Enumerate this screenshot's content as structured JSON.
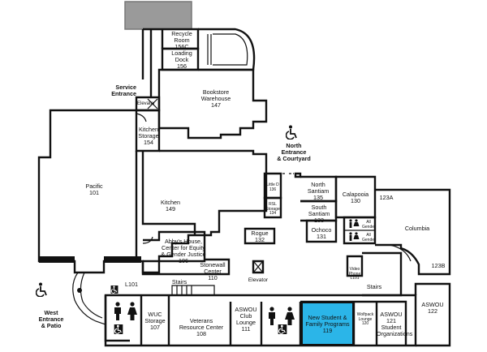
{
  "rooms": {
    "recycle": "Recycle\nRoom\n156C",
    "loading": "Loading\nDock\n156",
    "bookstore": "Bookstore\nWarehouse\n147",
    "kitchen_storage": "Kitchen\nStorage\n154",
    "pacific": "Pacific\n101",
    "kitchen": "Kitchen\n149",
    "abbys": "Abby's House,\nCenter for Equity\n& Gender Justice\n106",
    "stonewall": "Stonewall\nCenter\n110",
    "rogue": "Rogue\n132",
    "little_d": "Little D\n136",
    "rsl_storage": "RSL\nStorage\n134",
    "north_santiam": "North Santiam\n135",
    "south_santiam": "South Santiam\n133",
    "calapooia": "Calapooia\n130",
    "ochoco": "Ochoco\n131",
    "r123a": "123A",
    "columbia": "Columbia",
    "r123b": "123B",
    "all_gender_1": "All\nGender",
    "all_gender_2": "All\nGender",
    "video_phone": "Video\nPhone\nL101",
    "wuc_storage": "WUC\nStorage\n107",
    "veterans": "Veterans\nResource Center\n108",
    "aswou_lounge": "ASWOU\nClub\nLounge\n111",
    "new_student": "New Student &\nFamily Programs\n119",
    "wolfpack": "Wolfpack\nLounge\n120",
    "aswou_121": "ASWOU\n121\nStudent\nOrganizations",
    "aswou_122": "ASWOU\n122",
    "l101": "L101"
  },
  "labels": {
    "service_entrance": "Service\nEntrance",
    "elevator_top": "Elevator",
    "elevator_mid": "Elevator",
    "north_entrance": "North\nEntrance\n& Courtyard",
    "west_entrance": "West\nEntrance\n& Patio",
    "stairs_left": "Stairs",
    "stairs_right": "Stairs"
  },
  "colors": {
    "highlight": "#2bb5e8",
    "wall": "#111111",
    "grey_block": "#9a9a9a"
  },
  "icons": [
    "wheelchair-icon",
    "restroom-men-icon",
    "restroom-women-icon",
    "elevator-icon",
    "stairs-icon"
  ]
}
